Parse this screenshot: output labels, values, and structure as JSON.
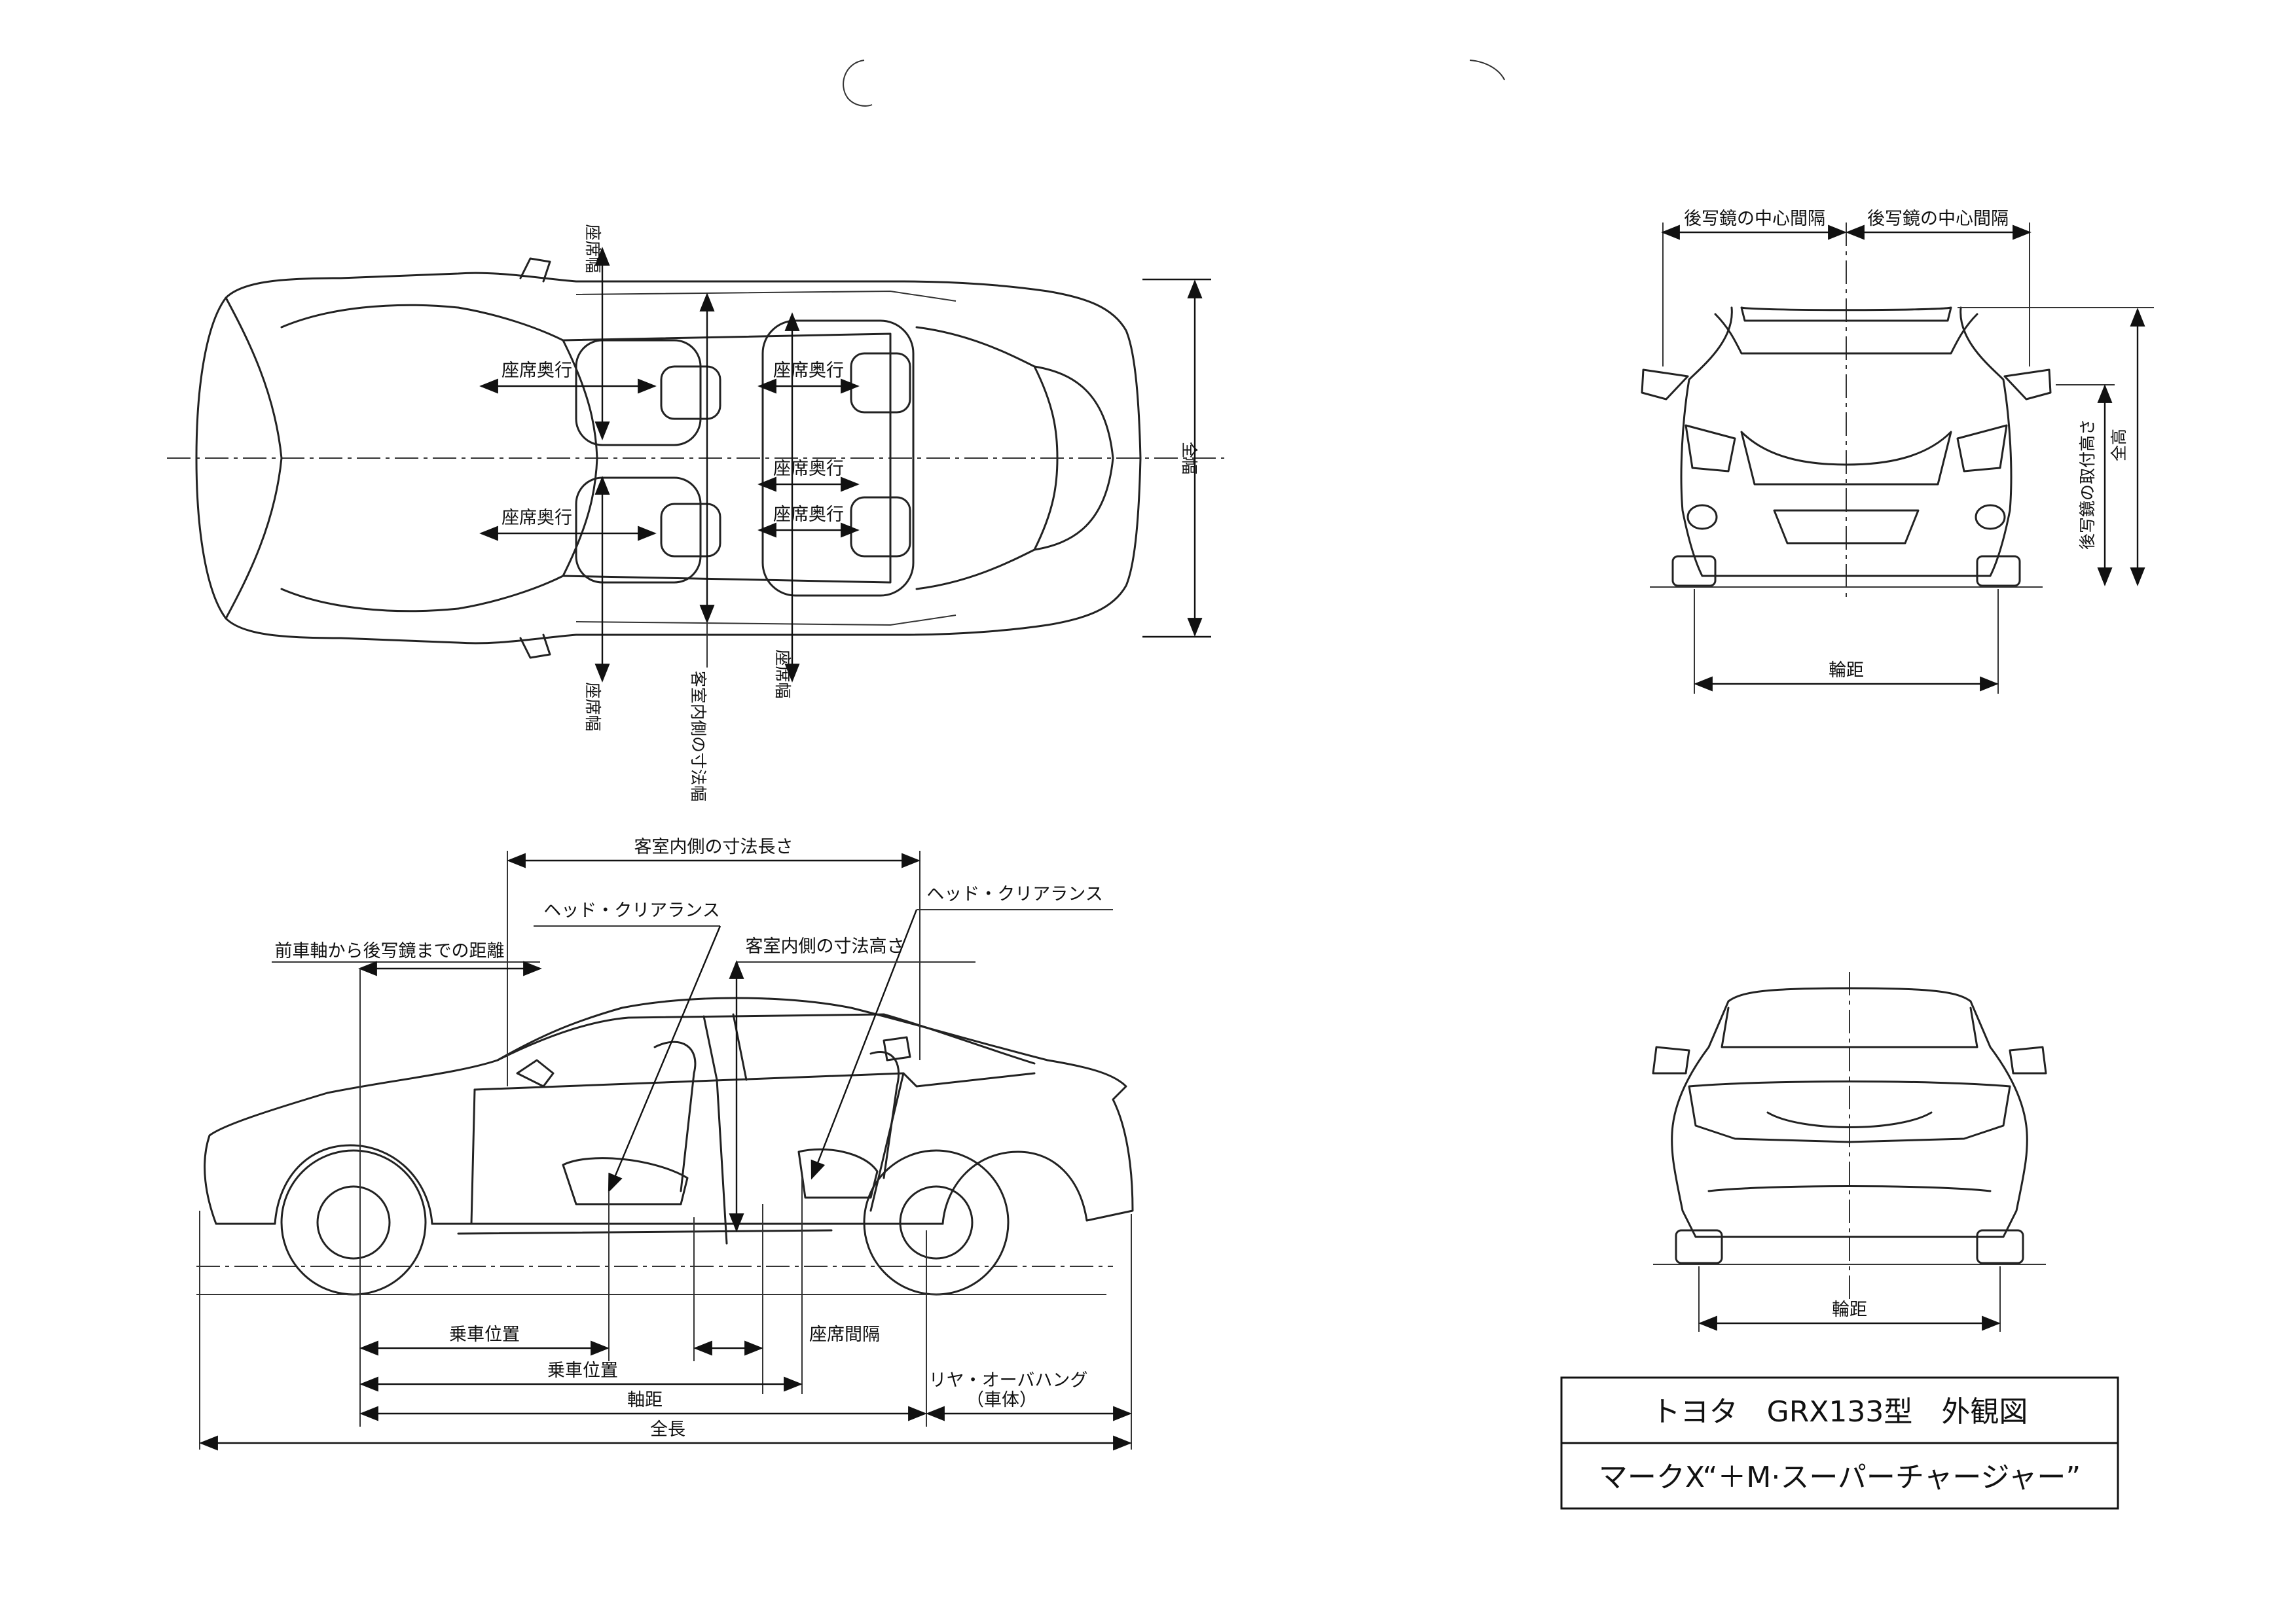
{
  "top_view": {
    "seat_width_top": "座席幅",
    "seat_width_bottom": "座席幅",
    "seat_width_bottom_rear": "座席幅",
    "interior_width": "客室内側の寸法幅",
    "seat_depth_front_upper": "座席奥行",
    "seat_depth_front_lower": "座席奥行",
    "seat_depth_rear_upper": "座席奥行",
    "seat_depth_rear_middle": "座席奥行",
    "seat_depth_rear_lower": "座席奥行",
    "overall_width": "全幅"
  },
  "side_view": {
    "interior_length": "客室内側の寸法長さ",
    "head_clearance_front": "ヘッド・クリアランス",
    "head_clearance_rear": "ヘッド・クリアランス",
    "interior_height": "客室内側の寸法高さ",
    "front_axle_to_mirror": "前車軸から後写鏡までの距離",
    "riding_position_front": "乗車位置",
    "riding_position_rear": "乗車位置",
    "seat_spacing": "座席間隔",
    "wheelbase": "軸距",
    "overall_length": "全長",
    "rear_overhang": "リヤ・オーバハング",
    "rear_overhang_body": "（車体）"
  },
  "front_view": {
    "mirror_center_left": "後写鏡の中心間隔",
    "mirror_center_right": "後写鏡の中心間隔",
    "mirror_mount_height": "後写鏡の取付高さ",
    "overall_height": "全高",
    "track": "輪距"
  },
  "rear_view": {
    "track": "輪距"
  },
  "title_block": {
    "line1": "トヨタ　GRX133型　外観図",
    "line2": "マークX“＋M·スーパーチャージャー”"
  }
}
